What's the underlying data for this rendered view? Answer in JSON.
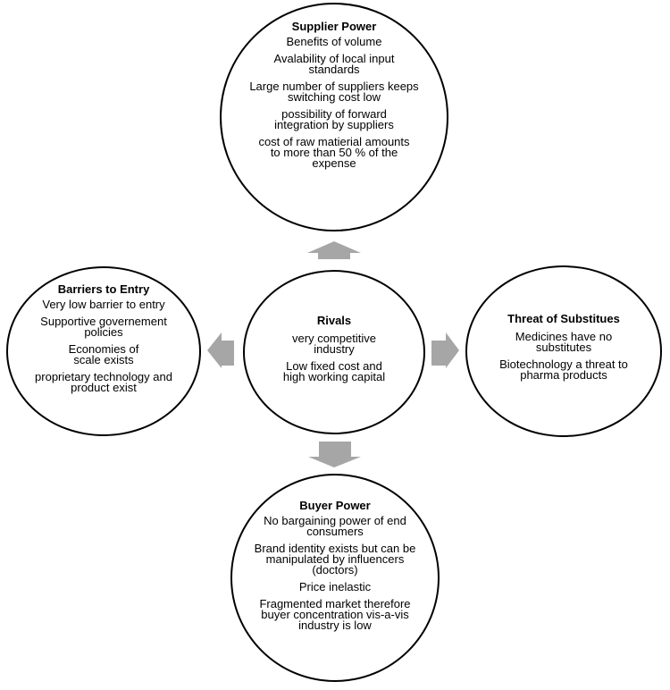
{
  "diagram": {
    "supplier_power": {
      "title": "Supplier Power",
      "items": [
        "Benefits of volume",
        "Avalability of local input standards",
        "Large number of suppliers keeps switching cost low",
        "possibility of forward integration by suppliers",
        "cost of raw matierial amounts to more than 50 % of the expense"
      ]
    },
    "rivals": {
      "title": "Rivals",
      "items": [
        "very competitive industry",
        "Low fixed cost and high working capital"
      ]
    },
    "barriers_to_entry": {
      "title": "Barriers to Entry",
      "items": [
        "Very low barrier to entry",
        "Supportive governement policies",
        "Economies of scale exists",
        "proprietary technology and product exist"
      ]
    },
    "threat_of_substitutes": {
      "title": "Threat of Substitues",
      "items": [
        "Medicines have no substitutes",
        "Biotechnology a threat to pharma products"
      ]
    },
    "buyer_power": {
      "title": "Buyer Power",
      "items": [
        "No bargaining power of end consumers",
        "Brand identity exists but can be manipulated by influencers (doctors)",
        "Price inelastic",
        "Fragmented market therefore buyer concentration vis-a-vis industry is low"
      ]
    },
    "arrow_color": "#a6a6a6",
    "border_color": "#000000"
  }
}
